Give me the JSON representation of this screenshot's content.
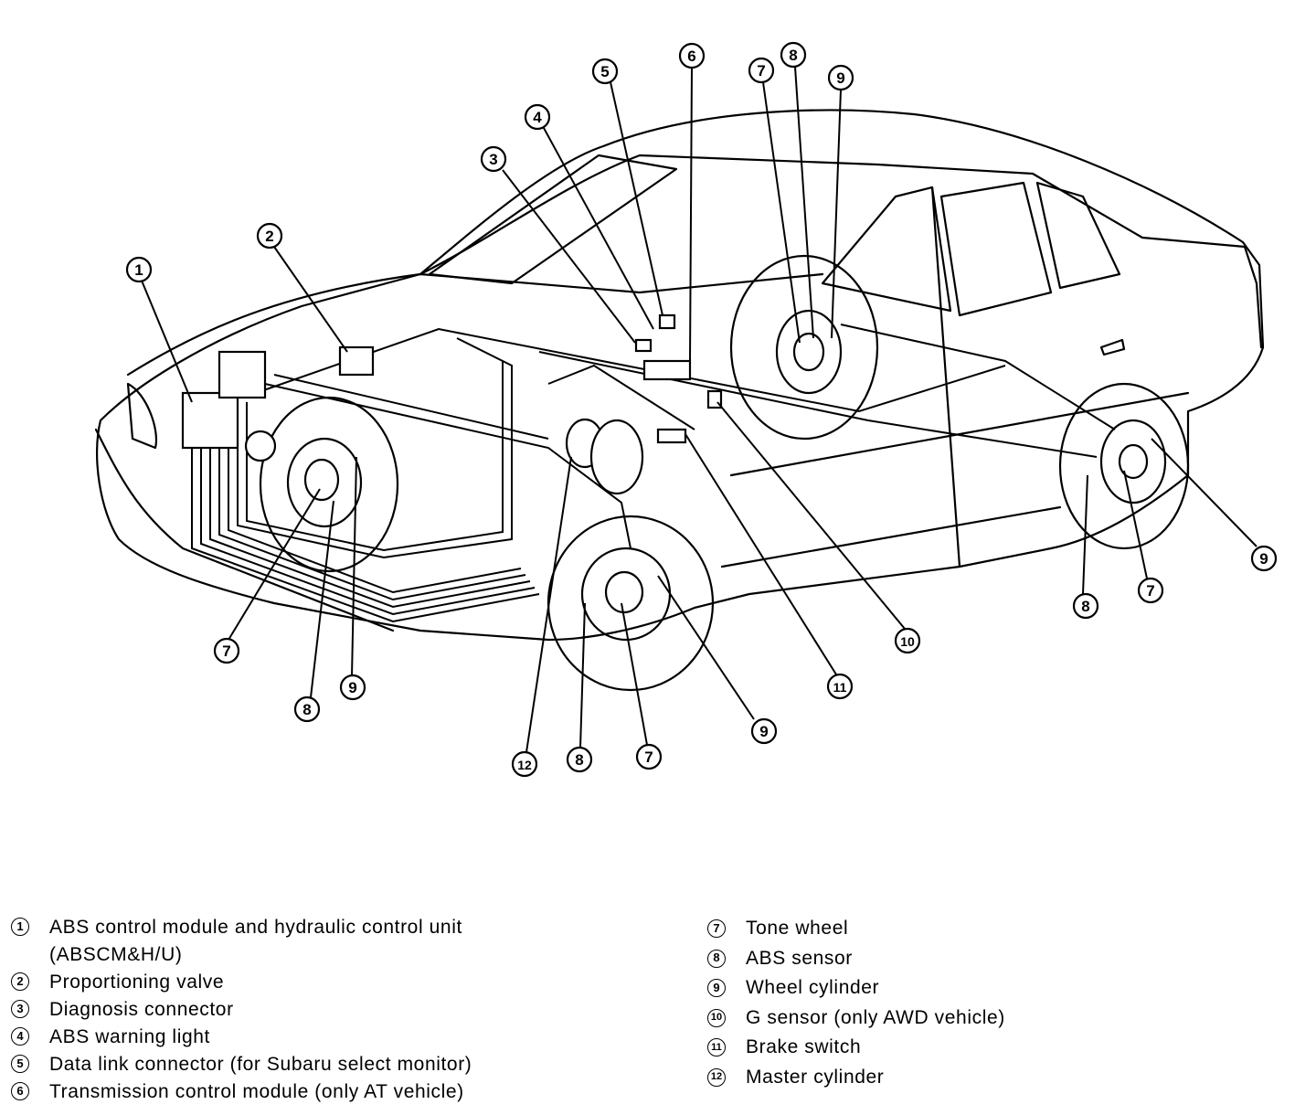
{
  "callouts": [
    {
      "id": "1",
      "label": "1"
    },
    {
      "id": "2",
      "label": "2"
    },
    {
      "id": "3",
      "label": "3"
    },
    {
      "id": "4",
      "label": "4"
    },
    {
      "id": "5",
      "label": "5"
    },
    {
      "id": "6",
      "label": "6"
    },
    {
      "id": "7a",
      "label": "7"
    },
    {
      "id": "8a",
      "label": "8"
    },
    {
      "id": "9a",
      "label": "9"
    },
    {
      "id": "7b",
      "label": "7"
    },
    {
      "id": "8b",
      "label": "8"
    },
    {
      "id": "9b",
      "label": "9"
    },
    {
      "id": "12",
      "label": "12"
    },
    {
      "id": "8c",
      "label": "8"
    },
    {
      "id": "7c",
      "label": "7"
    },
    {
      "id": "9c",
      "label": "9"
    },
    {
      "id": "11",
      "label": "11"
    },
    {
      "id": "10",
      "label": "10"
    },
    {
      "id": "8d",
      "label": "8"
    },
    {
      "id": "7d",
      "label": "7"
    },
    {
      "id": "9d",
      "label": "9"
    }
  ],
  "legend": {
    "left": [
      {
        "num": "1",
        "text": "ABS control module and hydraulic control unit",
        "text2": "(ABSCM&H/U)"
      },
      {
        "num": "2",
        "text": "Proportioning valve"
      },
      {
        "num": "3",
        "text": "Diagnosis connector"
      },
      {
        "num": "4",
        "text": "ABS warning light"
      },
      {
        "num": "5",
        "text": "Data link connector (for Subaru select monitor)"
      },
      {
        "num": "6",
        "text": "Transmission control module (only AT vehicle)"
      }
    ],
    "right": [
      {
        "num": "7",
        "text": "Tone wheel"
      },
      {
        "num": "8",
        "text": "ABS sensor"
      },
      {
        "num": "9",
        "text": "Wheel cylinder"
      },
      {
        "num": "10",
        "text": "G sensor (only AWD vehicle)"
      },
      {
        "num": "11",
        "text": "Brake switch"
      },
      {
        "num": "12",
        "text": "Master cylinder"
      }
    ]
  }
}
